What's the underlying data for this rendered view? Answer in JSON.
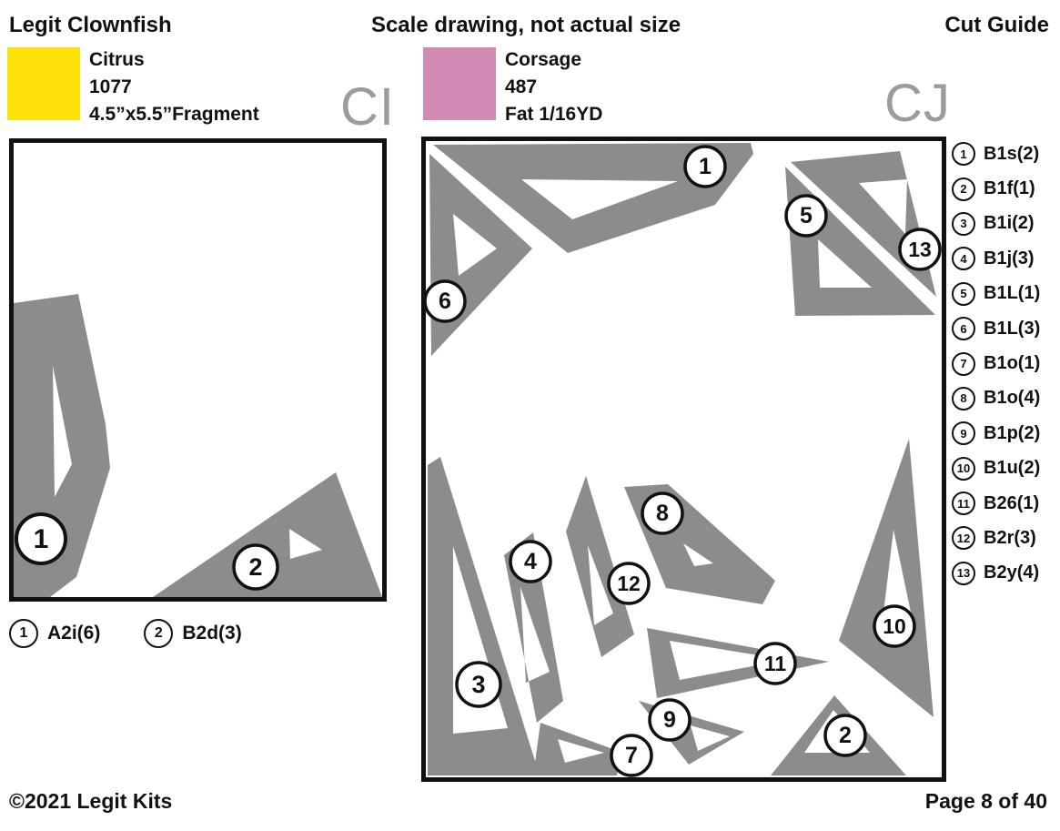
{
  "header": {
    "project_title": "Legit Clownfish",
    "center_note": "Scale drawing, not actual size",
    "right_title": "Cut Guide"
  },
  "fabrics": [
    {
      "name": "Citrus",
      "number": "1077",
      "cut": "4.5”x5.5”Fragment",
      "color": "#FCE20A",
      "section_code": "CI"
    },
    {
      "name": "Corsage",
      "number": "487",
      "cut": "Fat 1/16YD",
      "color": "#D18AB4",
      "section_code": "CJ"
    }
  ],
  "colors": {
    "piece_gray": "#8C8C8C",
    "section_label_gray": "#9C9C9C",
    "border_black": "#111111"
  },
  "ci_panel": {
    "badges": [
      "1",
      "2"
    ],
    "legend": [
      {
        "num": "1",
        "label": "A2i(6)"
      },
      {
        "num": "2",
        "label": "B2d(3)"
      }
    ]
  },
  "cj_panel": {
    "badges": [
      "1",
      "5",
      "13",
      "6",
      "8",
      "4",
      "12",
      "10",
      "11",
      "3",
      "9",
      "7",
      "2"
    ],
    "legend": [
      {
        "num": "1",
        "label": "B1s(2)"
      },
      {
        "num": "2",
        "label": "B1f(1)"
      },
      {
        "num": "3",
        "label": "B1i(2)"
      },
      {
        "num": "4",
        "label": "B1j(3)"
      },
      {
        "num": "5",
        "label": "B1L(1)"
      },
      {
        "num": "6",
        "label": "B1L(3)"
      },
      {
        "num": "7",
        "label": "B1o(1)"
      },
      {
        "num": "8",
        "label": "B1o(4)"
      },
      {
        "num": "9",
        "label": "B1p(2)"
      },
      {
        "num": "10",
        "label": "B1u(2)"
      },
      {
        "num": "11",
        "label": "B26(1)"
      },
      {
        "num": "12",
        "label": "B2r(3)"
      },
      {
        "num": "13",
        "label": "B2y(4)"
      }
    ]
  },
  "footer": {
    "copyright": "©2021 Legit Kits",
    "page": "Page 8 of 40"
  }
}
